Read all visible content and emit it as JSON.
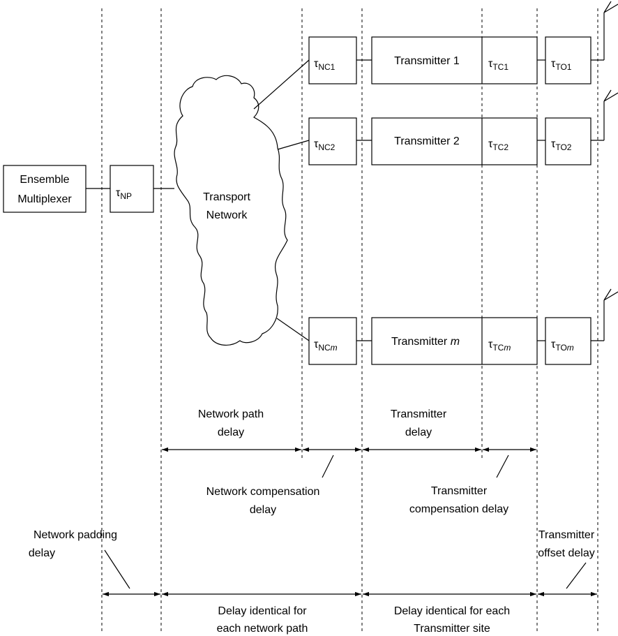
{
  "source": {
    "line1": "Ensemble",
    "line2": "Multiplexer"
  },
  "padding": {
    "tau": "τ",
    "sub": "NP"
  },
  "network": {
    "line1": "Transport",
    "line2": "Network"
  },
  "chains": [
    {
      "nc": "NC1",
      "tx": "Transmitter 1",
      "tx_var": "",
      "tc": "TC1",
      "to": "TO1"
    },
    {
      "nc": "NC2",
      "tx": "Transmitter 2",
      "tx_var": "",
      "tc": "TC2",
      "to": "TO2"
    },
    {
      "nc": "NC",
      "nc_var": "m",
      "tx": "Transmitter ",
      "tx_var": "m",
      "tc": "TC",
      "tc_var": "m",
      "to": "TO",
      "to_var": "m"
    }
  ],
  "tau": "τ",
  "labels": {
    "network_path_delay": [
      "Network path",
      "delay"
    ],
    "transmitter_delay": [
      "Transmitter",
      "delay"
    ],
    "network_compensation_delay": [
      "Network compensation",
      "delay"
    ],
    "transmitter_compensation_delay": [
      "Transmitter",
      "compensation delay"
    ],
    "network_padding_delay": [
      "Network padding",
      "delay"
    ],
    "transmitter_offset_delay": [
      "Transmitter",
      "offset delay"
    ],
    "delay_identical_network": [
      "Delay identical for",
      "each network path"
    ],
    "delay_identical_transmitter": [
      "Delay identical for each",
      "Transmitter site"
    ]
  }
}
